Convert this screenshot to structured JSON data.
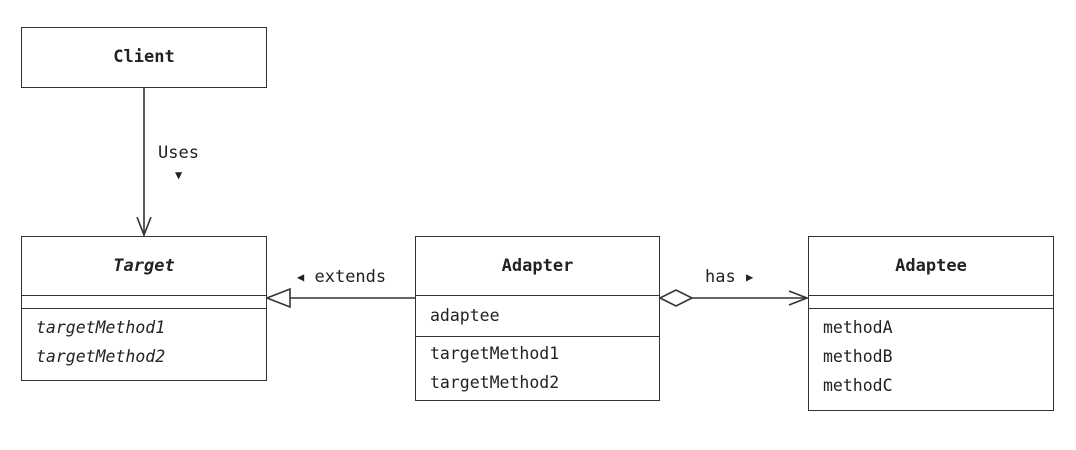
{
  "diagram": {
    "classes": {
      "client": {
        "name": "Client"
      },
      "target": {
        "name": "Target",
        "operations": [
          "targetMethod1",
          "targetMethod2"
        ],
        "abstract": true
      },
      "adapter": {
        "name": "Adapter",
        "attributes": [
          "adaptee"
        ],
        "operations": [
          "targetMethod1",
          "targetMethod2"
        ]
      },
      "adaptee": {
        "name": "Adaptee",
        "operations": [
          "methodA",
          "methodB",
          "methodC"
        ]
      }
    },
    "relations": {
      "uses": {
        "label": "Uses",
        "marker": "▼",
        "from": "Client",
        "to": "Target",
        "kind": "association"
      },
      "extends": {
        "label": "extends",
        "marker": "◀",
        "from": "Adapter",
        "to": "Target",
        "kind": "generalization"
      },
      "has": {
        "label": "has",
        "marker": "▶",
        "from": "Adapter",
        "to": "Adaptee",
        "kind": "aggregation"
      }
    }
  },
  "colors": {
    "line": "#333333",
    "background": "#ffffff",
    "text": "#222222"
  }
}
